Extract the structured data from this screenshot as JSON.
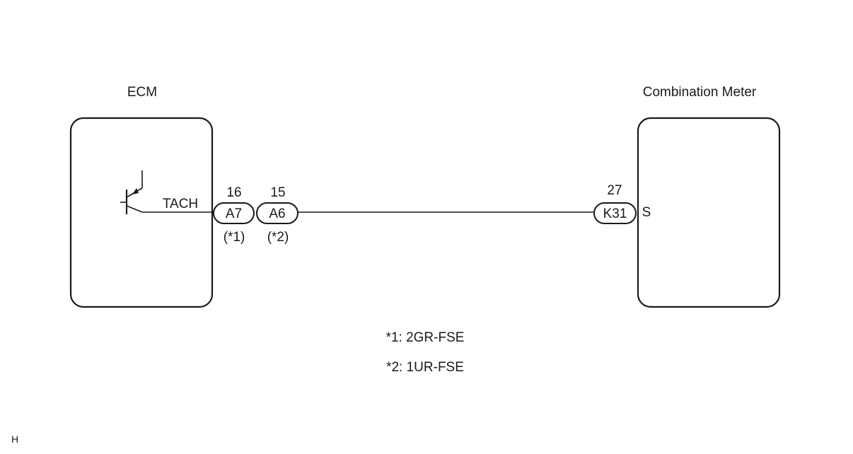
{
  "components": {
    "ecm": {
      "label": "ECM",
      "terminal": "TACH"
    },
    "meter": {
      "label": "Combination Meter",
      "terminal": "S"
    }
  },
  "connectors": {
    "a7": {
      "code": "A7",
      "pin": "16",
      "note": "(*1)"
    },
    "a6": {
      "code": "A6",
      "pin": "15",
      "note": "(*2)"
    },
    "k31": {
      "code": "K31",
      "pin": "27"
    }
  },
  "legend": {
    "line1": "*1: 2GR-FSE",
    "line2": "*2: 1UR-FSE"
  },
  "corner_mark": "H"
}
